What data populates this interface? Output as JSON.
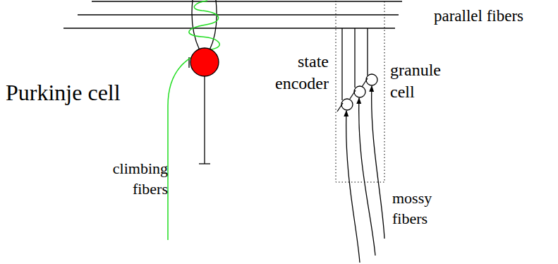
{
  "diagram": {
    "labels": [
      "parallel fibers",
      "Purkinje cell",
      "state encoder",
      "granule cell",
      "climbing fibers",
      "mossy fibers"
    ]
  }
}
